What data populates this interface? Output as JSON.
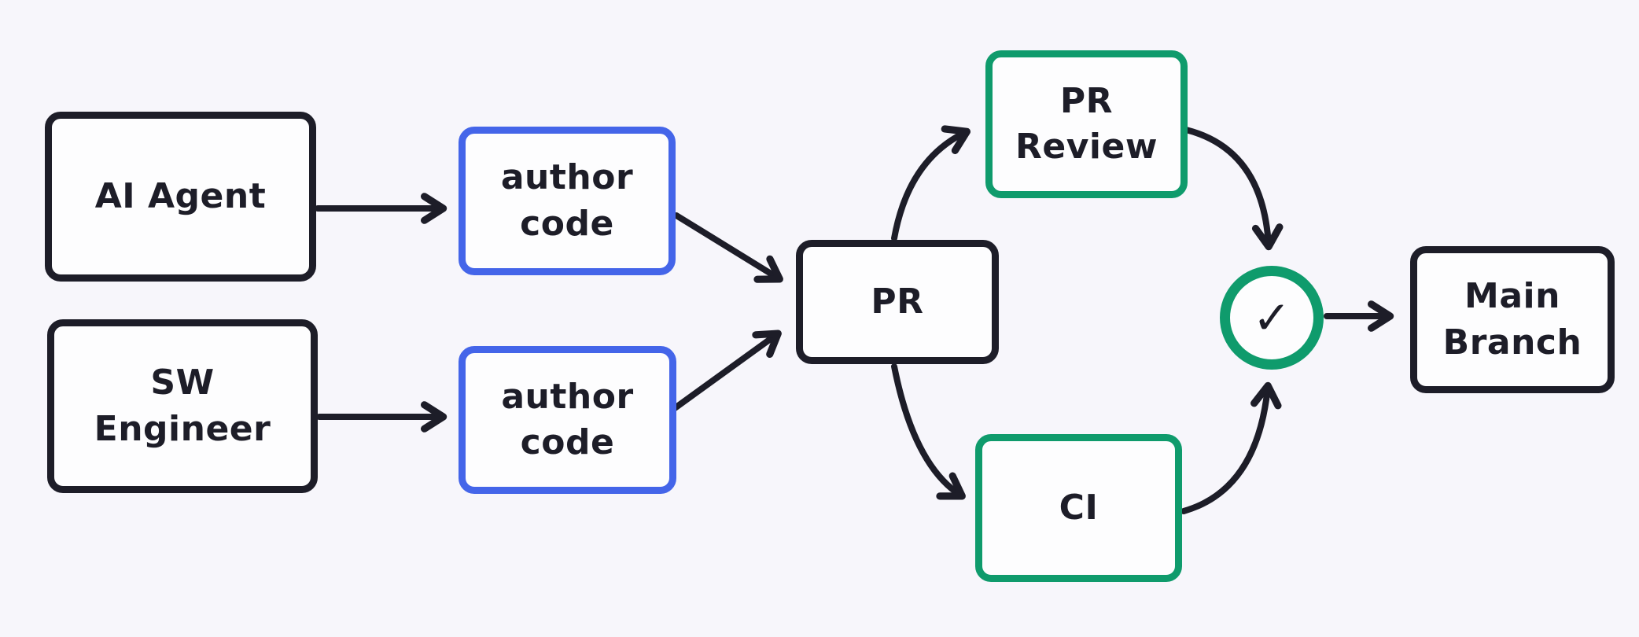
{
  "diagram": {
    "type": "flowchart",
    "nodes": {
      "ai_agent": {
        "label": "AI Agent"
      },
      "sw_engineer": {
        "line1": "SW",
        "line2": "Engineer"
      },
      "author_code_top": {
        "line1": "author",
        "line2": "code"
      },
      "author_code_bottom": {
        "line1": "author",
        "line2": "code"
      },
      "pr": {
        "label": "PR"
      },
      "pr_review": {
        "line1": "PR",
        "line2": "Review"
      },
      "ci": {
        "label": "CI"
      },
      "checkpoint": {
        "symbol": "✓"
      },
      "main_branch": {
        "line1": "Main",
        "line2": "Branch"
      }
    },
    "edges": [
      {
        "from": "ai_agent",
        "to": "author_code_top",
        "shape": "straight"
      },
      {
        "from": "sw_engineer",
        "to": "author_code_bottom",
        "shape": "straight"
      },
      {
        "from": "author_code_top",
        "to": "pr",
        "shape": "straight"
      },
      {
        "from": "author_code_bottom",
        "to": "pr",
        "shape": "straight"
      },
      {
        "from": "pr",
        "to": "pr_review",
        "shape": "curved"
      },
      {
        "from": "pr",
        "to": "ci",
        "shape": "curved"
      },
      {
        "from": "pr_review",
        "to": "checkpoint",
        "shape": "curved"
      },
      {
        "from": "ci",
        "to": "checkpoint",
        "shape": "curved"
      },
      {
        "from": "checkpoint",
        "to": "main_branch",
        "shape": "straight"
      }
    ],
    "colors": {
      "background": "#f7f6fb",
      "node_fill": "#fdfdfe",
      "stroke_black": "#1d1d28",
      "stroke_blue": "#4465e9",
      "stroke_green": "#0f9b6c",
      "text": "#1d1d28"
    }
  }
}
